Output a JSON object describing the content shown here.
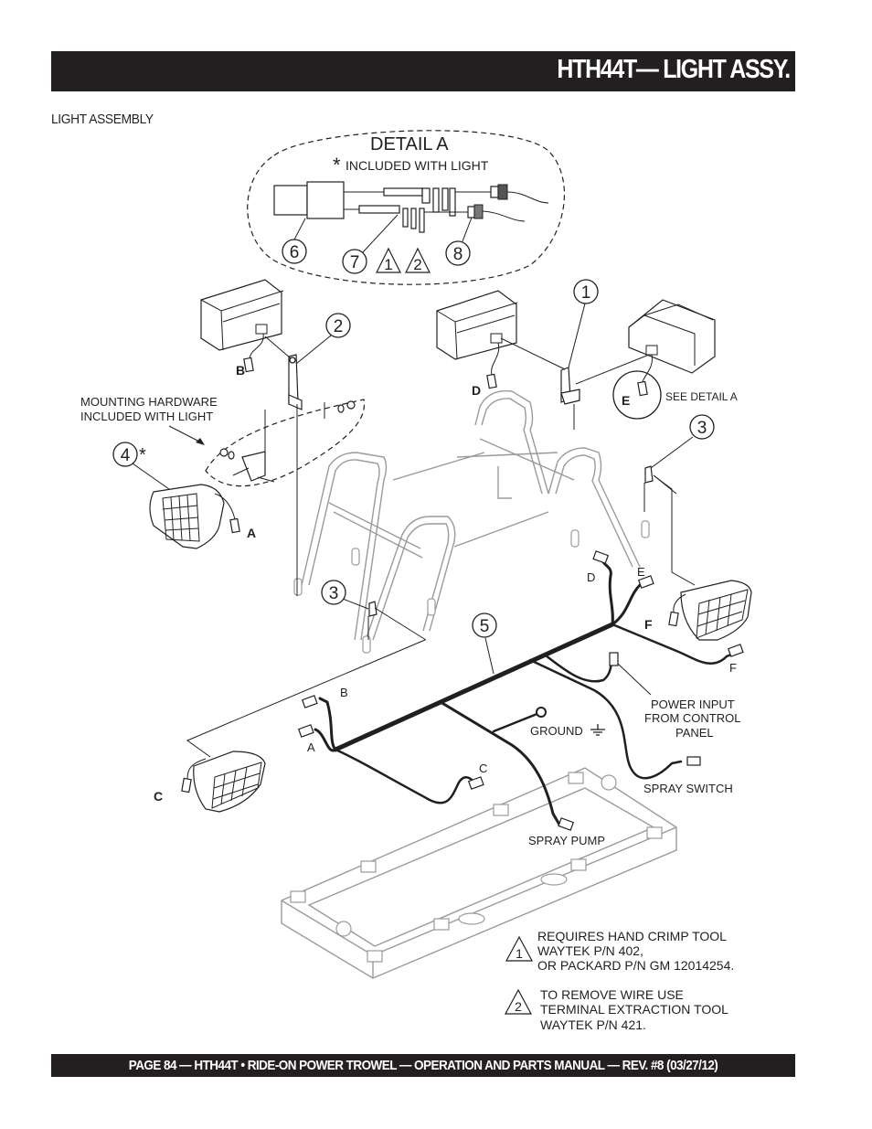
{
  "header": {
    "title": "HTH44T— LIGHT ASSY."
  },
  "section_label": "LIGHT ASSEMBLY",
  "detail_a": {
    "title": "DETAIL  A",
    "asterisk": "*",
    "note": "INCLUDED WITH LIGHT",
    "callouts": [
      "6",
      "7",
      "8"
    ],
    "warning_refs": [
      "1",
      "2"
    ]
  },
  "callouts": {
    "item1": "1",
    "item2": "2",
    "item3a": "3",
    "item3b": "3",
    "item4": "4",
    "item4_star": "*",
    "item5": "5"
  },
  "labels": {
    "mounting_hardware_line1": "MOUNTING HARDWARE",
    "mounting_hardware_line2": "INCLUDED WITH LIGHT",
    "see_detail": "SEE DETAIL A",
    "ground": "GROUND",
    "power_input_line1": "POWER INPUT",
    "power_input_line2": "FROM CONTROL",
    "power_input_line3": "PANEL",
    "spray_switch": "SPRAY SWITCH",
    "spray_pump": "SPRAY PUMP"
  },
  "connector_letters": {
    "light_a": "A",
    "light_b": "B",
    "light_c": "C",
    "light_d": "D",
    "light_e": "E",
    "light_f": "F",
    "harness_a": "A",
    "harness_b": "B",
    "harness_c": "C",
    "harness_d": "D",
    "harness_e": "E",
    "harness_f": "F"
  },
  "notes": [
    {
      "ref": "1",
      "lines": [
        "REQUIRES HAND CRIMP TOOL",
        "WAYTEK P/N 402,",
        "OR PACKARD P/N GM 12014254."
      ]
    },
    {
      "ref": "2",
      "lines": [
        "TO REMOVE WIRE USE",
        "TERMINAL EXTRACTION TOOL",
        "WAYTEK P/N 421."
      ]
    }
  ],
  "footer": {
    "text": "PAGE 84 — HTH44T • RIDE-ON POWER TROWEL —  OPERATION AND PARTS MANUAL — REV. #8 (03/27/12)"
  }
}
